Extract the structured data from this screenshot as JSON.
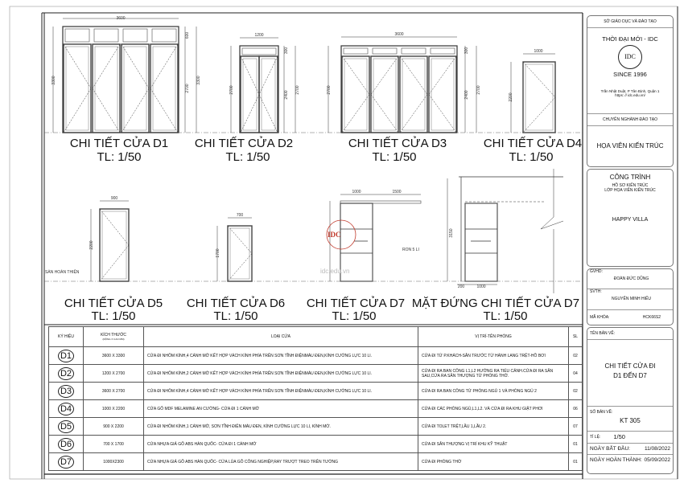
{
  "drawings": [
    {
      "title": "CHI TIẾT CỬA D1",
      "scale": "TL:  1/50",
      "dims": [
        "3600",
        "3300",
        "600",
        "2700",
        "3300"
      ]
    },
    {
      "title": "CHI TIẾT CỬA D2",
      "scale": "TL:  1/50",
      "dims": [
        "1200",
        "2700",
        "300",
        "2400",
        "2700"
      ]
    },
    {
      "title": "CHI TIẾT CỬA D3",
      "scale": "TL:  1/50",
      "dims": [
        "3600",
        "2700",
        "300",
        "2400",
        "2700"
      ]
    },
    {
      "title": "CHI TIẾT CỬA D4",
      "scale": "TL:  1/50",
      "dims": [
        "1000",
        "2200"
      ]
    },
    {
      "title": "CHI TIẾT CỬA D5",
      "scale": "TL:  1/50",
      "dims": [
        "900",
        "2200"
      ],
      "note": "SÀN HOÀN THIỆN"
    },
    {
      "title": "CHI TIẾT CỬA D6",
      "scale": "TL:  1/50",
      "dims": [
        "700",
        "1700"
      ]
    },
    {
      "title": "CHI TIẾT CỬA D7",
      "scale": "TL:  1/50",
      "dims": [
        "1000",
        "1500"
      ],
      "note": "RON 5 LI"
    },
    {
      "title": "MẶT ĐỨNG CHI TIẾT CỬA D7",
      "scale": "TL:  1/50",
      "dims": [
        "3150",
        "200",
        "1000"
      ]
    }
  ],
  "watermark": {
    "logo": "IDC",
    "text": "idc.edu.vn"
  },
  "table": {
    "headers": {
      "symbol": "KÝ HIỆU",
      "size": "KÍCH THƯỚC",
      "size_sub": "(RỘNG X CAO MM)",
      "type": "LOẠI CỬA",
      "location": "VỊ TRÍ-TÊN PHÒNG",
      "qty": "SL"
    },
    "rows": [
      {
        "symbol": "D1",
        "size": "3600 X 3300",
        "type": "CỬA ĐI NHÔM KÍNH,4 CÁNH MỞ KẾT HỢP VÁCH KÍNH PHÍA TRÊN SƠN TĨNH ĐIỆNMÀU ĐEN,KÍNH CƯỜNG LỰC 10 LI.",
        "location": "CỬA ĐI TỪ P.KHÁCH-SÂN TRƯỚC TỪ HÀNH LANG TRỆT-HỒ BƠI",
        "qty": "02"
      },
      {
        "symbol": "D2",
        "size": "1200 X 2700",
        "type": "CỬA ĐI NHÔM KÍNH,2 CÁNH MỞ KẾT HỢP VÁCH KÍNH PHÍA TRÊN SƠN TĨNH ĐIỆNMÀU ĐEN,KÍNH CƯỜNG LỰC 10 LI.",
        "location": "CỬA ĐI RA BAN CÔNG L1,L2 HƯỚNG RA TIỂU CẢNH.CỬA ĐI RA SÂN SAU,CỬA RA SÂN THƯỢNG TỪ PHÒNG THỜ.",
        "qty": "04"
      },
      {
        "symbol": "D3",
        "size": "3600 X 2700",
        "type": "CỬA ĐI NHÔM KÍNH,4 CÁNH MỞ KẾT HỢP VÁCH KÍNH PHÍA TRÊN SƠN TĨNH ĐIỆNMÀU ĐEN,KÍNH CƯỜNG LỰC 10 LI.",
        "location": "CỬA ĐI RA BAN CÔNG TỪ PHÒNG NGỦ 1 VÀ PHÒNG NGỦ 2",
        "qty": "02"
      },
      {
        "symbol": "D4",
        "size": "1000 X 2200",
        "type": "CỬA GỖ MDF MELAMINE AN CƯỜNG- CỬA ĐI 1 CÁNH MỞ",
        "location": "CỬA ĐI  CÁC PHÒNG NGỦ,L1,L2. VÀ CỬA ĐI RA KHU GIẶT PHƠI",
        "qty": "06"
      },
      {
        "symbol": "D5",
        "size": "900 X 2200",
        "type": "CỬA ĐI NHÔM KÍNH,1 CÁNH MỞ, SƠN TĨNH ĐIỆN MÀU ĐEN, KÍNH CƯỜNG LỰC 10 LI, KÍNH MỜ.",
        "location": "CỬA ĐI  TOLET TRỆT,LẦU 1,LẦU 2.",
        "qty": "07"
      },
      {
        "symbol": "D6",
        "size": "700 X 1700",
        "type": "CỬA NHỰA GIẢ GỖ ABS HÀN QUỐC- CỬA ĐI 1 CÁNH MỞ",
        "location": "CỬA ĐI SÂN THƯỢNG VỊ TRÍ KHU KỸ THUẬT",
        "qty": "01"
      },
      {
        "symbol": "D7",
        "size": "1000X2300",
        "type": "CỬA NHỰA GIẢ GỖ ABS HÀN QUỐC- CỬA  LÙA GỖ CÔNG NGHIỆP,RAY TRƯỢT TREO TRÊN TƯỜNG",
        "location": "CỬA ĐI PHÒNG THỜ",
        "qty": "01"
      }
    ]
  },
  "title_block": {
    "department": "SỞ GIÁO DỤC VÀ ĐÀO TẠO",
    "school": "THỜI ĐẠI MỚI - IDC",
    "logo": "IDC",
    "since": "SINCE 1996",
    "address": "Trần Nhật Duật, P Tân Định, Quận 1",
    "website": "https: // idc.edu.vn/",
    "major_label": "CHUYÊN NGHÀNH ĐÀO TẠO",
    "major": "HỌA VIÊN KIẾN TRÚC",
    "project_label": "CÔNG TRÌNH",
    "project_sub1": "HỒ SƠ KIẾN TRÚC",
    "project_sub2": "LỚP HỌA VIÊN KIẾN TRÚC",
    "project": "HAPPY VILLA",
    "gvhd_label": "GVHD:",
    "gvhd": "ĐOÀN ĐỨC DŨNG",
    "svth_label": "SVTH:",
    "svth": "NGUYỄN MINH HIẾU",
    "course_label": "MÃ KHÓA:",
    "course": "HCK66S2",
    "drawing_name_label": "TÊN BẢN VẼ:",
    "drawing_name1": "CHI TIẾT CỬA ĐI",
    "drawing_name2": "D1 ĐẾN D7",
    "sheet_label": "SỐ BẢN VẼ:",
    "sheet": "KT 305",
    "scale_label": "TỈ LỆ:",
    "scale": "1/50",
    "start_label": "NGÀY BẮT ĐẦU:",
    "start": "11/08/2022",
    "end_label": "NGÀY HOÀN THÀNH:",
    "end": "05/09/2022"
  }
}
